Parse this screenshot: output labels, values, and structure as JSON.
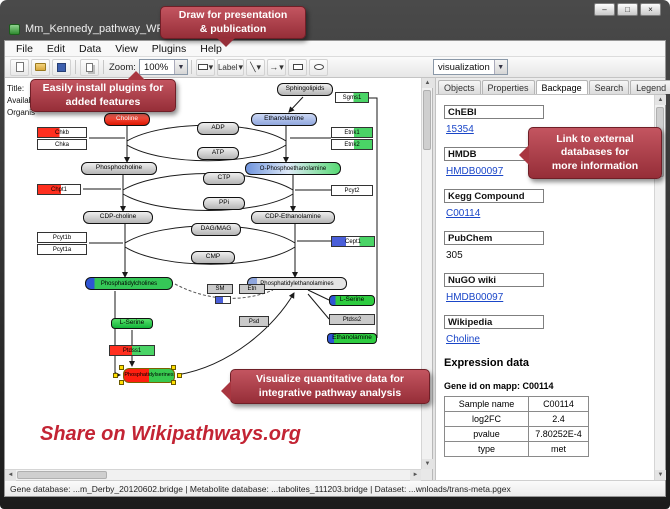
{
  "window": {
    "title": "Mm_Kennedy_pathway_WP1771_45176.gp...",
    "minimize": "–",
    "maximize": "□",
    "close": "×"
  },
  "menu": {
    "items": [
      "File",
      "Edit",
      "Data",
      "View",
      "Plugins",
      "Help"
    ]
  },
  "toolbar": {
    "zoom_label": "Zoom:",
    "zoom_value": "100%",
    "label_tool": "Label",
    "visualization": "visualization"
  },
  "info": {
    "line1": "Title:",
    "line2": "Availab",
    "line3": "Organis"
  },
  "callouts": {
    "draw": "Draw for presentation\n& publication",
    "plugins": "Easily install plugins for\nadded features",
    "databases": "Link to external\ndatabases for\nmore information",
    "visualize": "Visualize quantitative data  for\nintegrative pathway analysis",
    "share": "Share on Wikipathways.org"
  },
  "canvas": {
    "nodes": {
      "sphingolipids": "Sphingolipids",
      "sgms1": "Sgms1",
      "choline": "Choline",
      "chkb": "Chkb",
      "chka": "Chka",
      "adp": "ADP",
      "atp": "ATP",
      "ethanolamine_top": "Ethanolamine",
      "etnk1": "Etnk1",
      "etnk2": "Etnk2",
      "phosphocholine": "Phosphocholine",
      "o_phosphoethanolamine": "O-Phosphoethanolamine",
      "chpt1": "Chpt1",
      "ctp": "CTP",
      "ppi": "PPi",
      "pcyt2": "Pcyt2",
      "cdp_choline": "CDP-choline",
      "cdp_ethanolamine": "CDP-Ethanolamine",
      "dag_mag": "DAG/MAG",
      "cmp": "CMP",
      "pcyt1b": "Pcyt1b",
      "pcyt1a": "Pcyt1a",
      "cept1": "Cept1",
      "phosphatidylcholines": "Phosphatidylcholines",
      "phosphatidylethanolamines": "Phosphatidylethanolamines",
      "sm": "SM",
      "etn": "Etn",
      "psd": "Psd",
      "lserine_left": "L-Serine",
      "ptdss1": "Ptdss1",
      "lserine_right": "L-Serine",
      "ptdss2": "Ptdss2",
      "ethanolamine_right": "Ethanolamine",
      "phosphatidylserines": "Phosphatidylserines"
    }
  },
  "sidebar": {
    "tabs": [
      "Objects",
      "Properties",
      "Backpage",
      "Search",
      "Legend"
    ],
    "sections": [
      {
        "header": "ChEBI",
        "value": "15354"
      },
      {
        "header": "HMDB",
        "value": "HMDB00097"
      },
      {
        "header": "Kegg Compound",
        "value": "C00114"
      },
      {
        "header": "PubChem",
        "value": "305"
      },
      {
        "header": "NuGO wiki",
        "value": "HMDB00097"
      },
      {
        "header": "Wikipedia",
        "value": "Choline"
      }
    ],
    "expression_title": "Expression data",
    "gene_id_line": "Gene id on mapp: C00114",
    "table": {
      "rows": [
        [
          "Sample name",
          "C00114"
        ],
        [
          "log2FC",
          "2.4"
        ],
        [
          "pvalue",
          "7.80252E-4"
        ],
        [
          "type",
          "met"
        ]
      ]
    }
  },
  "statusbar": {
    "text": "Gene database: ...m_Derby_20120602.bridge | Metabolite database: ...tabolites_111203.bridge | Dataset: ...wnloads/trans-meta.pgex"
  }
}
